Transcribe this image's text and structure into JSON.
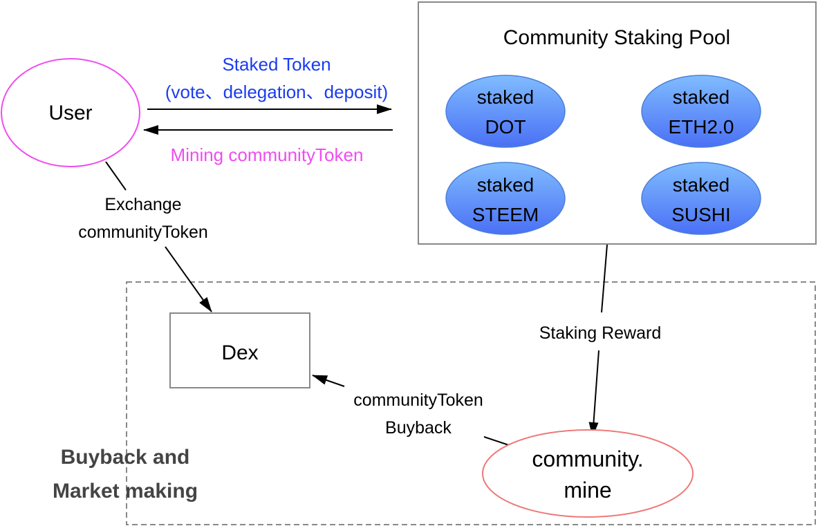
{
  "diagram": {
    "user": {
      "label": "User",
      "stroke": "#f04cf0"
    },
    "staked_token_label": {
      "line1": "Staked Token",
      "line2": "(vote、delegation、deposit)",
      "color": "#1a3cf0"
    },
    "mining_label": {
      "text": "Mining communityToken",
      "color": "#f04cf0"
    },
    "pool": {
      "title": "Community Staking Pool",
      "items": [
        {
          "line1": "staked",
          "line2": "DOT"
        },
        {
          "line1": "staked",
          "line2": "ETH2.0"
        },
        {
          "line1": "staked",
          "line2": "STEEM"
        },
        {
          "line1": "staked",
          "line2": "SUSHI"
        }
      ],
      "item_fill_top": "#7fb8ff",
      "item_fill_bottom": "#4a72f5"
    },
    "exchange_label": {
      "line1": "Exchange",
      "line2": "communityToken"
    },
    "dex": {
      "label": "Dex"
    },
    "staking_reward_label": {
      "text": "Staking Reward"
    },
    "buyback_label": {
      "line1": "communityToken",
      "line2": "Buyback"
    },
    "mine": {
      "line1": "community.",
      "line2": "mine",
      "stroke": "#f07878"
    },
    "group_label": {
      "line1": "Buyback and",
      "line2": "Market making",
      "color": "#444444"
    }
  }
}
